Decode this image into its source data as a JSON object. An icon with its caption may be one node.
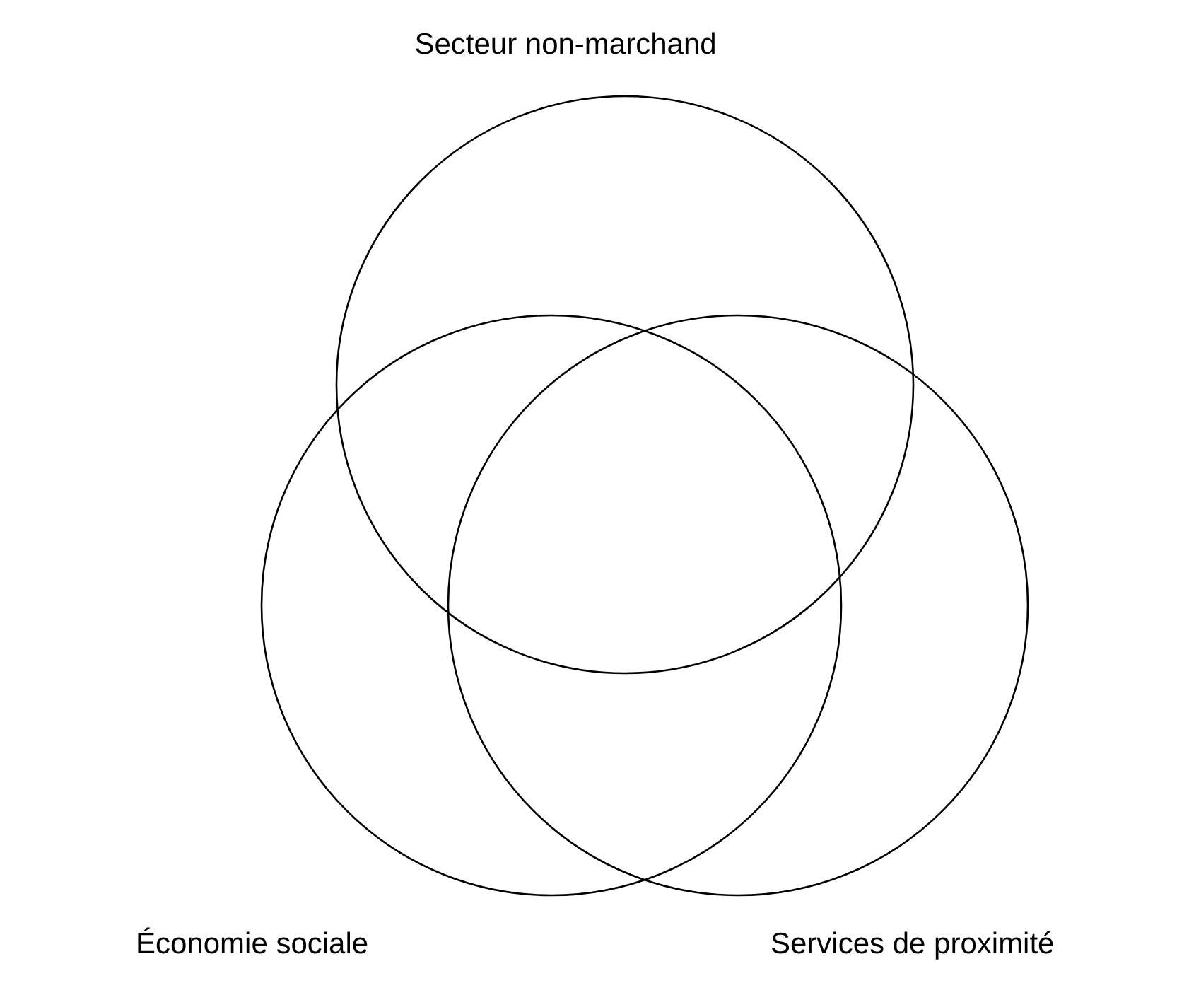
{
  "diagram": {
    "nodes": [
      {
        "text": [
          "Secteur non-marchand"
        ]
      },
      {
        "text": [
          "Économie sociale"
        ]
      },
      {
        "text": [
          "Services de proximité"
        ]
      }
    ]
  }
}
